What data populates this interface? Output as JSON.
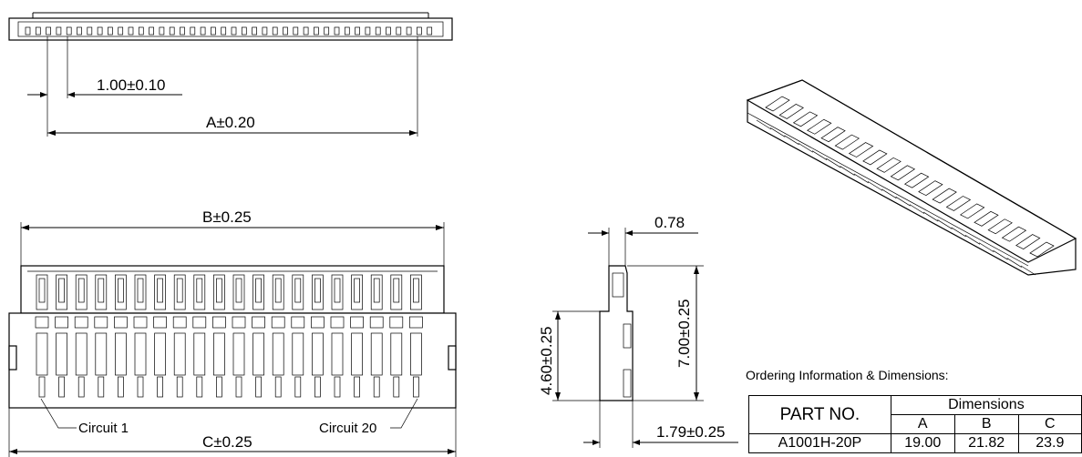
{
  "top_view": {
    "pitch_dim": "1.00±0.10",
    "a_dim": "A±0.20"
  },
  "front_view": {
    "b_dim": "B±0.25",
    "c_dim": "C±0.25",
    "circuit_first": "Circuit 1",
    "circuit_last": "Circuit 20",
    "pin_count": 20
  },
  "side_view": {
    "top_thickness": "0.78",
    "total_height": "7.00±0.25",
    "body_height": "4.60±0.25",
    "foot_dim": "1.79±0.25"
  },
  "ordering": {
    "title": "Ordering Information & Dimensions:",
    "header_part": "PART NO.",
    "header_dims": "Dimensions",
    "columns": [
      "A",
      "B",
      "C"
    ],
    "rows": [
      {
        "part": "A1001H-20P",
        "a": "19.00",
        "b": "21.82",
        "c": "23.9"
      }
    ]
  }
}
